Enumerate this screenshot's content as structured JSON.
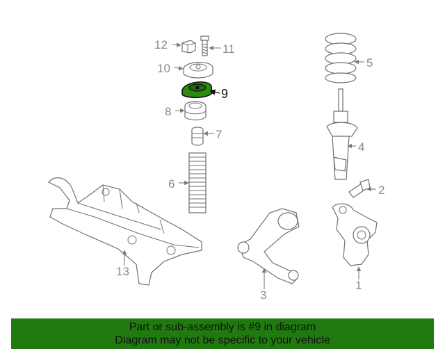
{
  "colors": {
    "banner_bg": "#217a10",
    "highlight_part": "#2e8a12",
    "line_art": "#6f6f6f",
    "callout_text": "#8a8a8a"
  },
  "callouts": {
    "c1": "1",
    "c2": "2",
    "c3": "3",
    "c4": "4",
    "c5": "5",
    "c6": "6",
    "c7": "7",
    "c8": "8",
    "c9": "9",
    "c10": "10",
    "c11": "11",
    "c12": "12",
    "c13": "13"
  },
  "banner": {
    "line1": "Part or sub-assembly is #9 in diagram",
    "line2": "Diagram may not be specific to your vehicle"
  }
}
